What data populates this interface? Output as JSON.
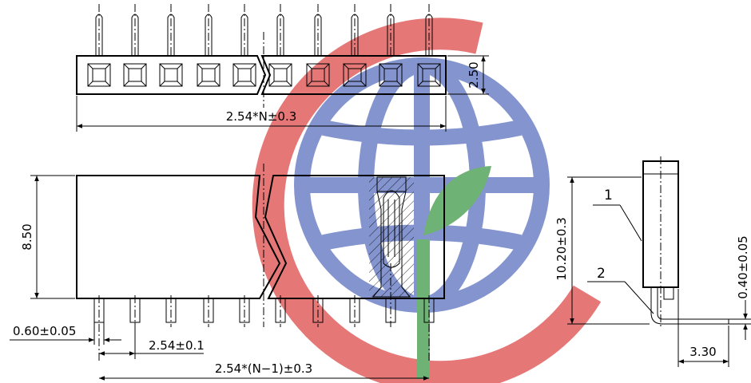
{
  "watermark": {
    "description_colors": {
      "ring": "#e26060",
      "globe": "#6f82c7",
      "leaf": "#55a55d"
    }
  },
  "dimensions": {
    "overall_length": "2.54*N±0.3",
    "top_height": "2.50",
    "body_height": "8.50",
    "pin_width": "0.60±0.05",
    "pitch": "2.54±0.1",
    "pin_span": "2.54*(N−1)±0.3",
    "side_height": "10.20±0.3",
    "pin_thickness": "0.40±0.05",
    "tail_length": "3.30"
  },
  "balloons": {
    "part1": "1",
    "part2": "2"
  }
}
